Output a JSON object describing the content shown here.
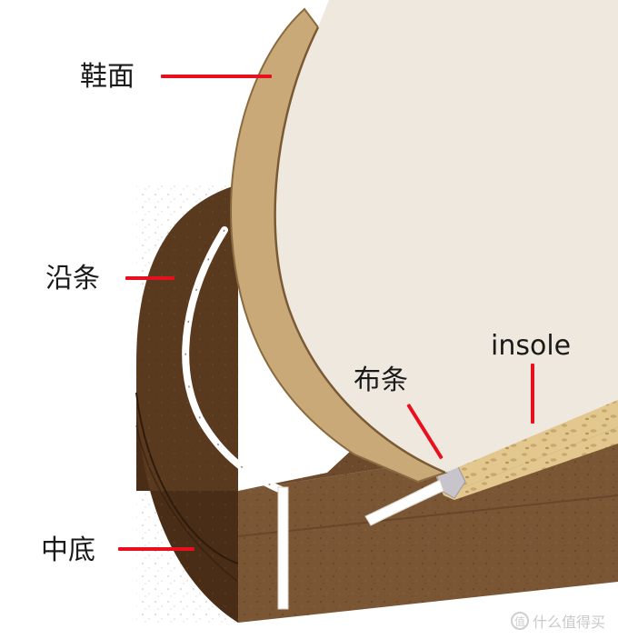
{
  "labels": {
    "upper": "鞋面",
    "welt": "沿条",
    "midsole": "中底",
    "fabric_strip": "布条",
    "insole": "insole"
  },
  "watermark": {
    "badge": "值",
    "text": "什么值得买"
  },
  "colors": {
    "leader": "#e8101e",
    "sole_dark": "#4a2d17",
    "sole_mid": "#6e4a2c",
    "sole_light": "#7a5634",
    "upper_tan": "#c9a978",
    "upper_inner": "#efe8df",
    "insole_fill": "#e3c98f",
    "welt": "#ffffff"
  },
  "icons": [
    "watermark-badge-icon"
  ]
}
